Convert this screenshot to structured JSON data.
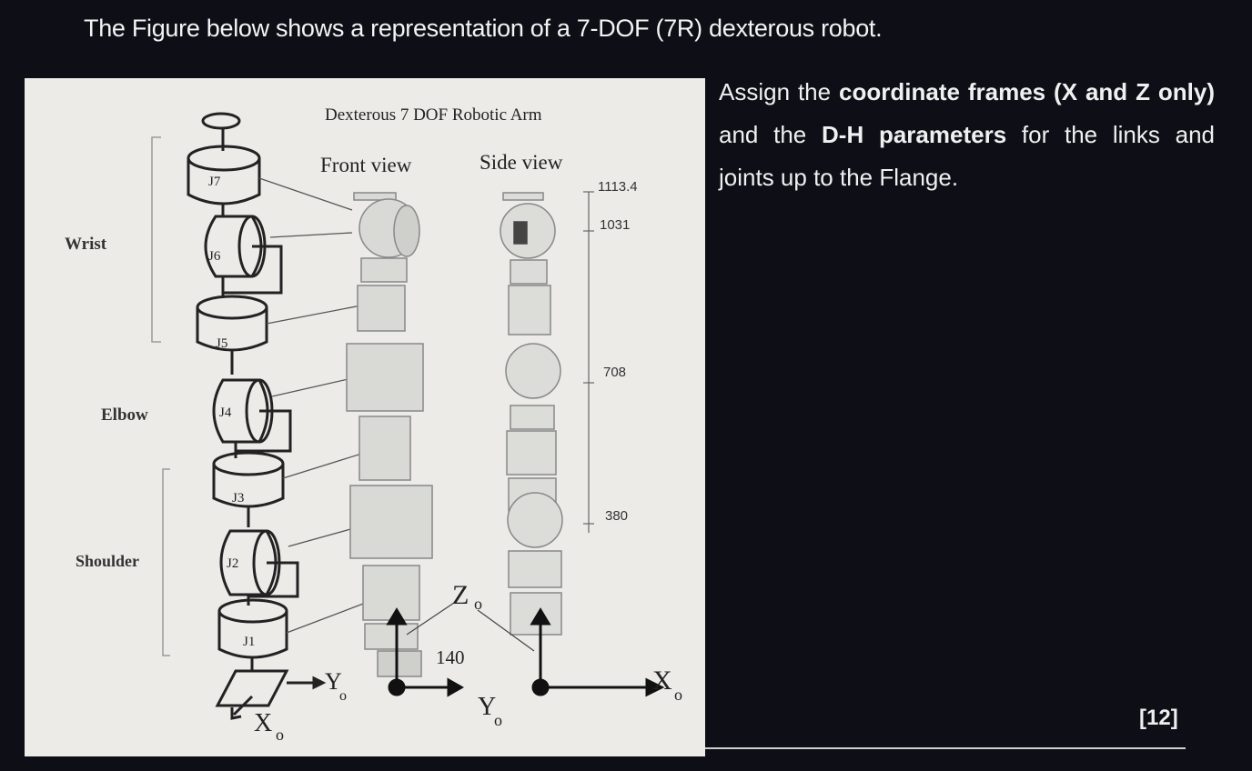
{
  "question": {
    "heading": "The Figure below shows a representation of a 7-DOF (7R) dexterous robot.",
    "instruction_1": "Assign the",
    "instruction_2": "coordinate frames (X and Z only)",
    "instruction_3": "and the",
    "instruction_4": "D-H parameters",
    "instruction_5": "for the links and joints up to the Flange.",
    "marks": "[12]"
  },
  "figure": {
    "title": "Dexterous 7 DOF Robotic Arm",
    "front_view": "Front view",
    "side_view": "Side view",
    "groups": {
      "wrist": "Wrist",
      "elbow": "Elbow",
      "shoulder": "Shoulder"
    },
    "joints": {
      "j7": "J7",
      "j6": "J6",
      "j5": "J5",
      "j4": "J4",
      "j3": "J3",
      "j2": "J2",
      "j1": "J1"
    },
    "dims": {
      "d1": "1113.4",
      "d2": "1031",
      "d3": "708",
      "d4": "380",
      "offset": "140"
    },
    "axes": {
      "zo": "Z",
      "yo_left": "Y",
      "xo_left": "X",
      "yo_mid": "Y",
      "xo_right": "X",
      "sub": "o"
    }
  }
}
